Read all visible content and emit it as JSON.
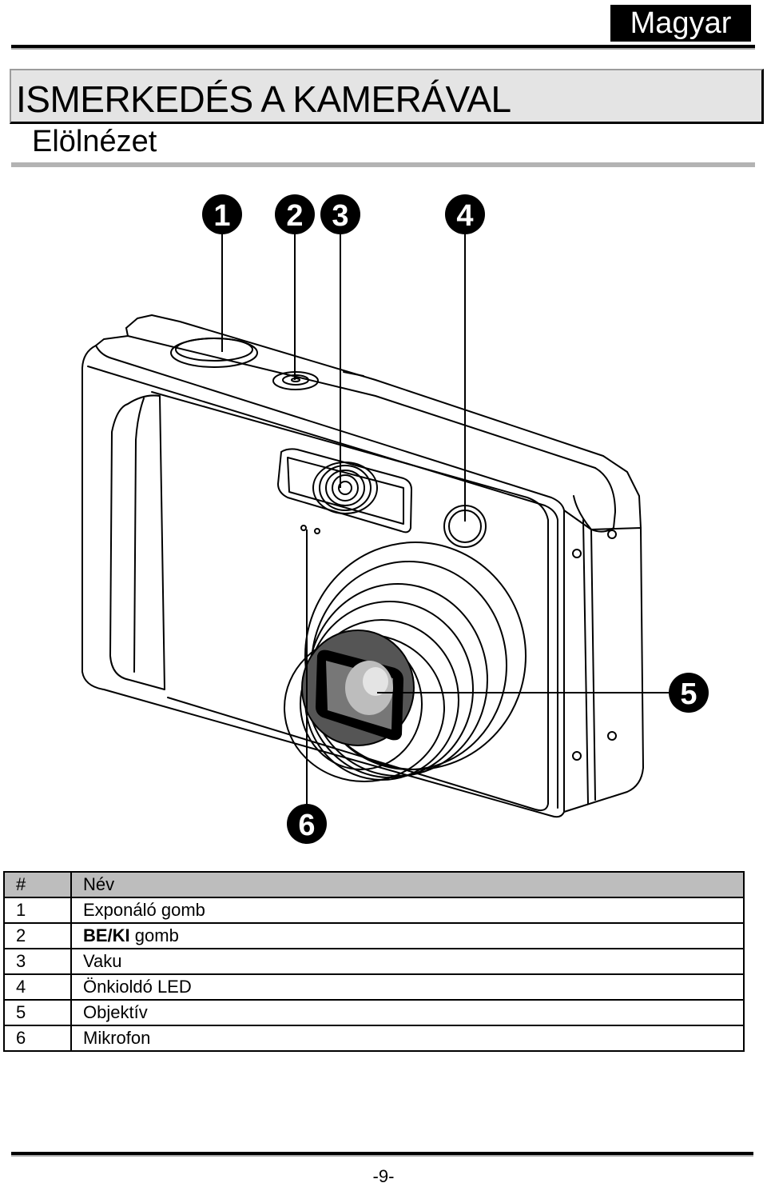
{
  "header": {
    "language": "Magyar",
    "title": "ISMERKEDÉS A KAMERÁVAL",
    "subtitle": "Elölnézet"
  },
  "figure": {
    "callouts": [
      "1",
      "2",
      "3",
      "4",
      "5",
      "6"
    ]
  },
  "table": {
    "headers": [
      "#",
      "Név"
    ],
    "rows": [
      {
        "num": "1",
        "name": "Exponáló gomb"
      },
      {
        "num": "2",
        "name_bold": "BE/KI",
        "name": " gomb"
      },
      {
        "num": "3",
        "name": "Vaku"
      },
      {
        "num": "4",
        "name": "Önkioldó LED"
      },
      {
        "num": "5",
        "name": "Objektív"
      },
      {
        "num": "6",
        "name": "Mikrofon"
      }
    ]
  },
  "footer": {
    "page_number": "-9-"
  }
}
